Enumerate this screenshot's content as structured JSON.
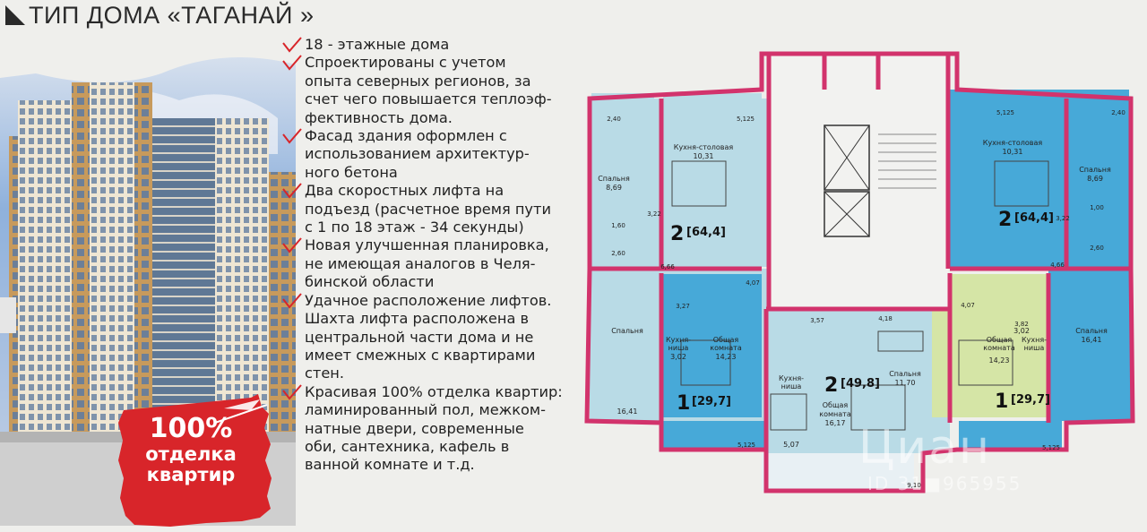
{
  "title": "ТИП ДОМА «ТАГАНАЙ »",
  "features": [
    {
      "lines": [
        "18 - этажные дома"
      ]
    },
    {
      "lines": [
        "Спроектированы с учетом",
        "опыта северных регионов, за",
        "счет чего повышается теплоэф-",
        "фективность дома."
      ]
    },
    {
      "lines": [
        "Фасад здания оформлен с",
        "использованием архитектур-",
        "ного бетона"
      ]
    },
    {
      "lines": [
        "Два скоростных лифта на",
        "подъезд (расчетное время пути",
        "с 1 по 18 этаж - 34 секунды)"
      ]
    },
    {
      "lines": [
        "Новая улучшенная планировка,",
        "не имеющая аналогов в Челя-",
        "бинской области"
      ]
    },
    {
      "lines": [
        "Удачное расположение лифтов.",
        "Шахта лифта расположена в",
        "центральной части дома и не",
        "имеет смежных с квартирами",
        "стен."
      ]
    },
    {
      "lines": [
        "Красивая 100% отделка квартир:",
        "ламинированный пол, межком-",
        "натные двери, современные",
        "оби, сантехника, кафель в",
        "ванной комнате и т.д."
      ]
    }
  ],
  "badge": {
    "percent": "100%",
    "line1": "отделка",
    "line2": "квартир"
  },
  "plan": {
    "apartments": [
      {
        "id": "a1",
        "rooms": "2",
        "area": "[64,4]"
      },
      {
        "id": "a2",
        "rooms": "2",
        "area": "[64,4]"
      },
      {
        "id": "a3",
        "rooms": "1",
        "area": "[29,7]"
      },
      {
        "id": "a4",
        "rooms": "2",
        "area": "[49,8]"
      },
      {
        "id": "a5",
        "rooms": "1",
        "area": "[29,7]"
      }
    ],
    "rooms": {
      "kitchen_l": "Кухня-столовая",
      "kitchen_l_area": "10,31",
      "bed_l": "Спальня",
      "bed_l_area": "8,69",
      "kitchen_r": "Кухня-столовая",
      "kitchen_r_area": "10,31",
      "bed_r": "Спальня",
      "bed_r_area": "8,69",
      "bed_ll": "Спальня",
      "bed_ll_area": "16,41",
      "niche_l1": "Кухня-",
      "niche_l2": "ниша",
      "niche_l_area": "3,02",
      "common_l1": "Общая",
      "common_l2": "комната",
      "common_l_area": "14,23",
      "niche_c1": "Кухня-",
      "niche_c2": "ниша",
      "niche_c_area": "5,07",
      "common_c1": "Общая",
      "common_c2": "комната",
      "common_c_area": "16,17",
      "bed_c": "Спальня",
      "bed_c_area": "11,70",
      "common_r1": "Общая",
      "common_r2": "комната",
      "common_r_area": "14,23",
      "niche_r1": "Кухня-",
      "niche_r2": "ниша",
      "niche_r_area": "3,02",
      "bed_rr": "Спальня",
      "bed_rr_area": "16,41"
    },
    "dims": {
      "d1": "2,40",
      "d2": "5,125",
      "d3": "5,125",
      "d4": "2,40",
      "d5": "3,22",
      "d6": "1,60",
      "d7": "2,60",
      "d8": "3,22",
      "d9": "1,00",
      "d10": "2,60",
      "d11": "6,66",
      "d12": "4,07",
      "d13": "4,66",
      "d14": "3,27",
      "d15": "3,57",
      "d16": "4,18",
      "d17": "4,07",
      "d18": "3,82",
      "d19": "5,125",
      "d20": "5,125",
      "d21": "9,10"
    }
  },
  "watermark": {
    "brand": "Циан",
    "id": "ID 31■965955"
  },
  "colors": {
    "wall": "#d2336c",
    "blue": "#47a9d8",
    "light": "#b9dbe6",
    "green": "#d5e5a6",
    "badge": "#d8252a"
  }
}
